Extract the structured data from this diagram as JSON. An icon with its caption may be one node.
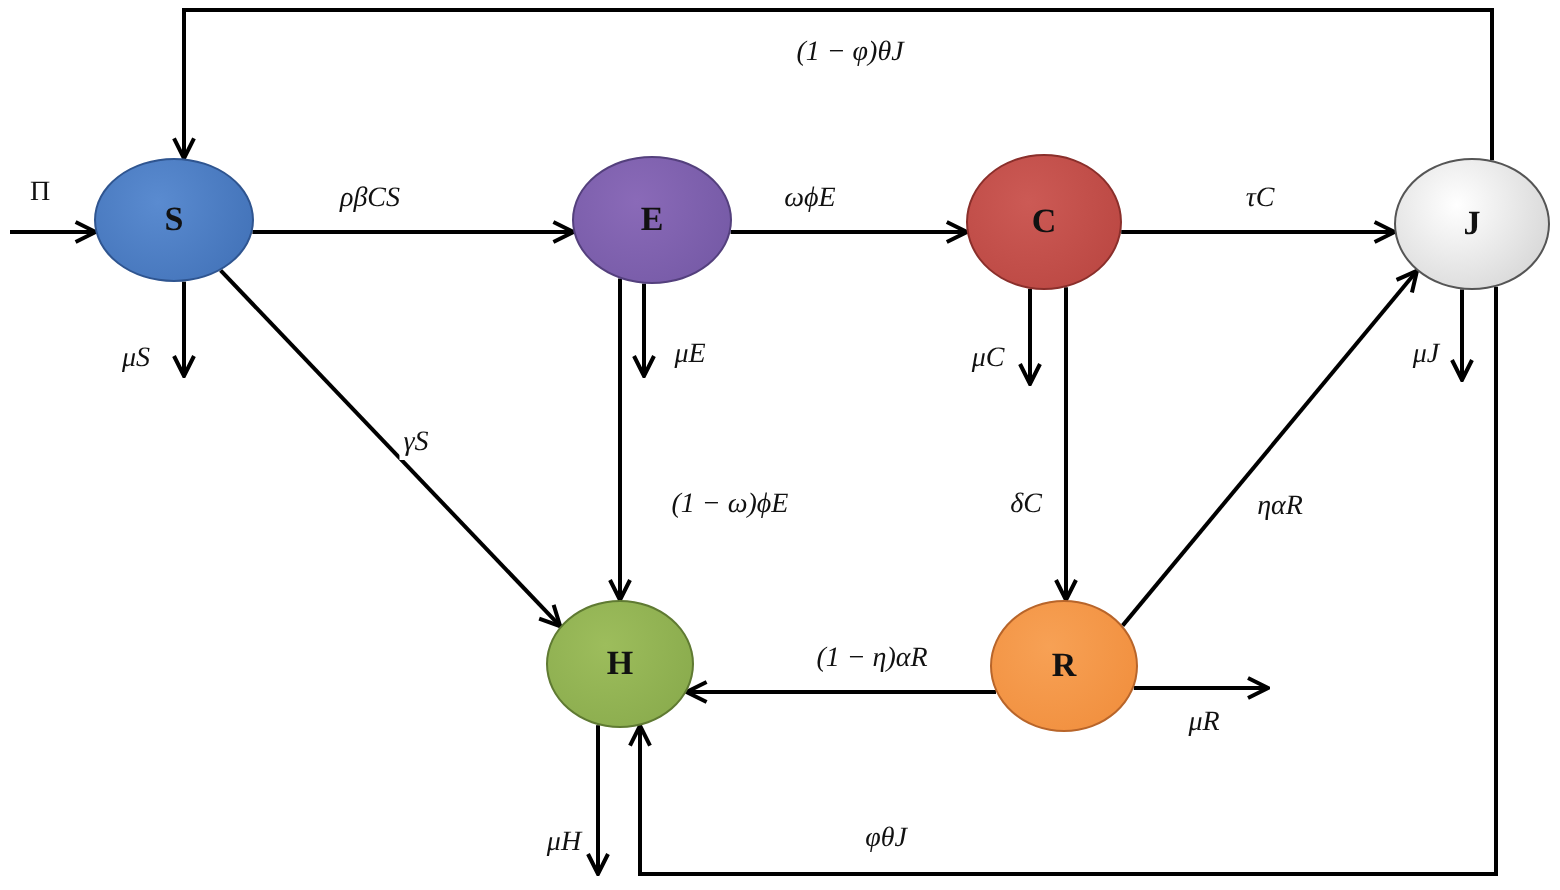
{
  "diagram": {
    "nodes": [
      {
        "text": [
          "S"
        ]
      },
      {
        "text": [
          "E"
        ]
      },
      {
        "text": [
          "C"
        ]
      },
      {
        "text": [
          "J"
        ]
      },
      {
        "text": [
          "H"
        ]
      },
      {
        "text": [
          "R"
        ]
      }
    ],
    "edges": [
      {
        "from": null,
        "to": 0,
        "arrow": "to",
        "label": "Π"
      },
      {
        "from": 0,
        "to": 1,
        "arrow": "to",
        "label": "ρβCS"
      },
      {
        "from": 1,
        "to": 2,
        "arrow": "to",
        "label": "ωϕE"
      },
      {
        "from": 2,
        "to": 3,
        "arrow": "to",
        "label": "τC"
      },
      {
        "from": 3,
        "to": 0,
        "arrow": "to",
        "label": "(1 − φ)θJ"
      },
      {
        "from": 0,
        "to": 4,
        "arrow": "to",
        "label": "γS"
      },
      {
        "from": 1,
        "to": 4,
        "arrow": "to",
        "label": "(1 − ω)ϕE"
      },
      {
        "from": 2,
        "to": 5,
        "arrow": "to",
        "label": "δC"
      },
      {
        "from": 5,
        "to": 3,
        "arrow": "to",
        "label": "ηαR"
      },
      {
        "from": 5,
        "to": 4,
        "arrow": "to",
        "label": "(1 − η)αR"
      },
      {
        "from": 3,
        "to": 4,
        "arrow": "to",
        "label": "φθJ"
      },
      {
        "from": 0,
        "to": null,
        "arrow": "to",
        "label": "μS"
      },
      {
        "from": 1,
        "to": null,
        "arrow": "to",
        "label": "μE"
      },
      {
        "from": 2,
        "to": null,
        "arrow": "to",
        "label": "μC"
      },
      {
        "from": 3,
        "to": null,
        "arrow": "to",
        "label": "μJ"
      },
      {
        "from": 5,
        "to": null,
        "arrow": "to",
        "label": "μR"
      },
      {
        "from": 4,
        "to": null,
        "arrow": "to",
        "label": "μH"
      }
    ]
  }
}
